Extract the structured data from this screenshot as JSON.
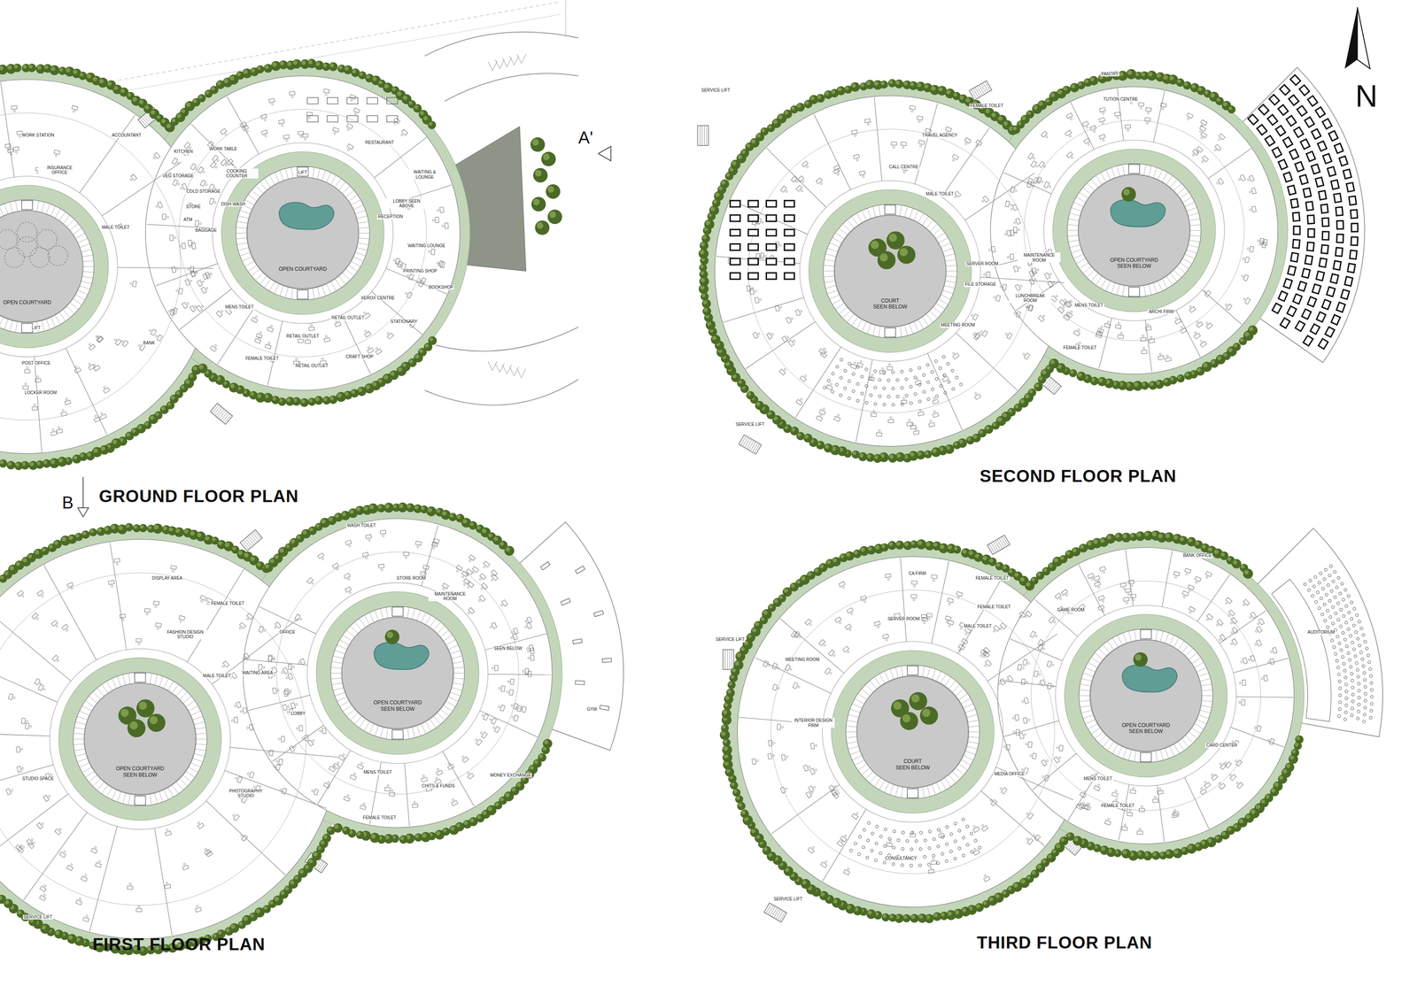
{
  "diagram": {
    "nodes": [
      {
        "text": [
          "OPEN COURTYARD"
        ]
      },
      {
        "text": [
          "OPEN COURTYARD"
        ]
      },
      {
        "text": [
          "OPEN COURTYARD",
          "SEEN BELOW"
        ]
      },
      {
        "text": [
          "OPEN COURTYARD",
          "SEEN BELOW"
        ]
      },
      {
        "text": [
          "COURT",
          "SEEN BELOW"
        ]
      },
      {
        "text": [
          "OPEN COURTYARD",
          "SEEN BELOW"
        ]
      },
      {
        "text": [
          "COURT",
          "SEEN BELOW"
        ]
      },
      {
        "text": [
          "OPEN COURTYARD",
          "SEEN BELOW"
        ]
      }
    ],
    "labels": [
      "GROUND FLOOR PLAN",
      "FIRST FLOOR PLAN",
      "SECOND FLOOR PLAN",
      "THIRD FLOOR PLAN",
      "N",
      "A'",
      "B",
      "WORK STATION",
      "INSURANCE OFFICE",
      "ACCOUNTANT",
      "MALE TOILET",
      "KITCHEN",
      "WORK TABLE",
      "VEG STORAGE",
      "COOKING COUNTER",
      "COLD STORAGE",
      "STORE",
      "DISH WASH",
      "ATM",
      "BAGGAGE",
      "RESTAURANT",
      "WAITING & LOUNGE",
      "LOBBY SEEN ABOVE",
      "RECEPTION",
      "WAITING LOUNGE",
      "PRINTING SHOP",
      "BOOKSHOP",
      "XEROX CENTRE",
      "STATIONARY",
      "MENS TOILET",
      "RETAIL OUTLET",
      "RETAIL OUTLET",
      "RETAIL OUTLET",
      "FEMALE TOILET",
      "CRAFT SHOP",
      "BANK",
      "POST OFFICE",
      "LOCKER ROOM",
      "DISPLAY AREA",
      "FEMALE TOILET",
      "FASHION DESIGN STUDIO",
      "MALE TOILET",
      "WASH TOILET",
      "STORE ROOM",
      "OFFICE",
      "MAINTENANCE ROOM",
      "SEEN BELOW",
      "GYM",
      "MONEY EXCHANGE",
      "CHITS & FUNDS",
      "MENS TOILET",
      "FEMALE TOILET",
      "LOBBY",
      "WAITING AREA",
      "PHOTOGRAPHY STUDIO",
      "STUDIO SPACE",
      "SERVICE LIFT",
      "SERVICE LIFT",
      "TRAVEL AGENCY",
      "FEMALE TOILET",
      "CALL CENTRE",
      "MALE TOILET",
      "PANTRY",
      "TUTION CENTRE",
      "SERVER ROOM",
      "FILE STORAGE",
      "MAINTENANCE ROOM",
      "LUNCHBREAK ROOM",
      "MEETING ROOM",
      "MENS TOILET",
      "ARCHI FIRM",
      "FEMALE TOILET",
      "SERVICE LIFT",
      "SERVICE LIFT",
      "CA FIRM",
      "SERVER ROOM",
      "FEMALE TOILET",
      "FEMALE TOILET",
      "MALE TOILET",
      "MEETING ROOM",
      "INTERIOR DESIGN FIRM",
      "GAME ROOM",
      "BANK OFFICE",
      "AUDITORIUM",
      "MEDIA OFFICE",
      "CONSULTANCY",
      "CARD CENTER",
      "MENS TOILET",
      "FEMALE TOILET",
      "SERVICE LIFT",
      "LIFT",
      "LIFT"
    ]
  }
}
